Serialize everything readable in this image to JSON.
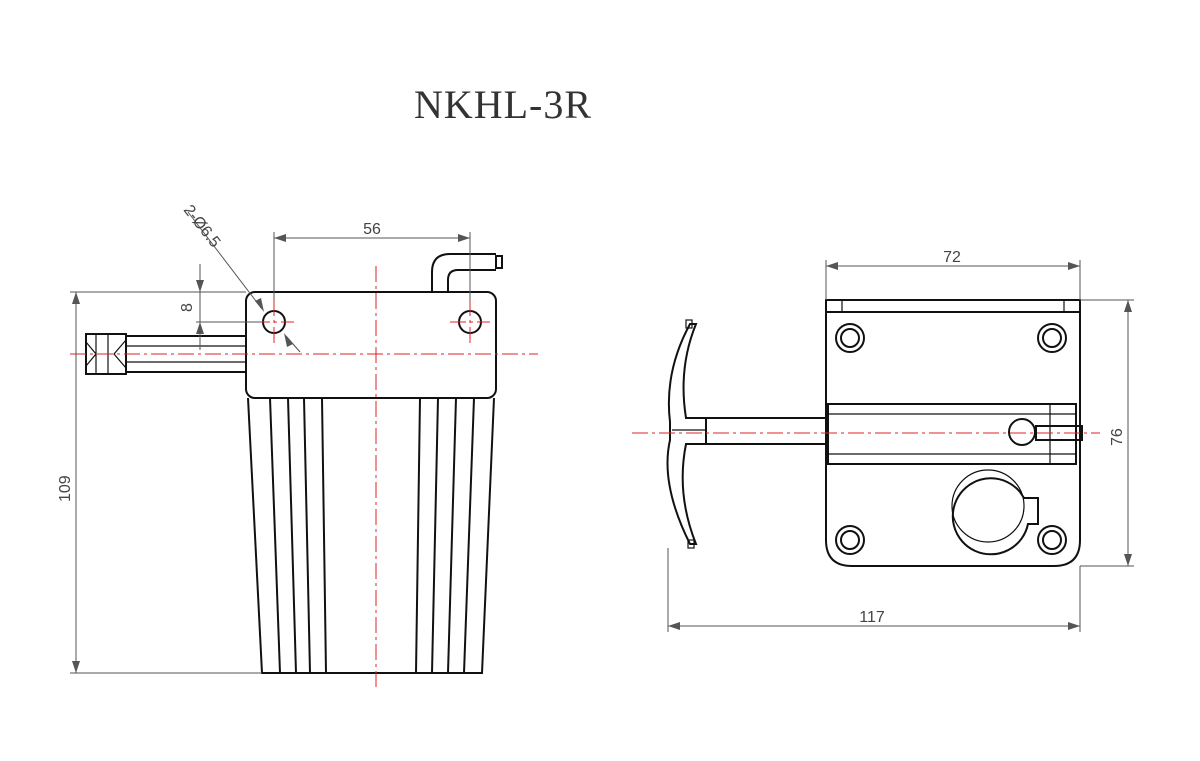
{
  "title": "NKHL-3R",
  "colors": {
    "outline": "#111111",
    "centerline": "#e02020",
    "dimension": "#555555"
  },
  "side_view": {
    "dim_width": "56",
    "dim_holes": "2-Ø6.5",
    "dim_offset": "8",
    "dim_height": "109"
  },
  "front_view": {
    "dim_plate_width": "72",
    "dim_plate_height": "76",
    "dim_overall_width": "117"
  }
}
